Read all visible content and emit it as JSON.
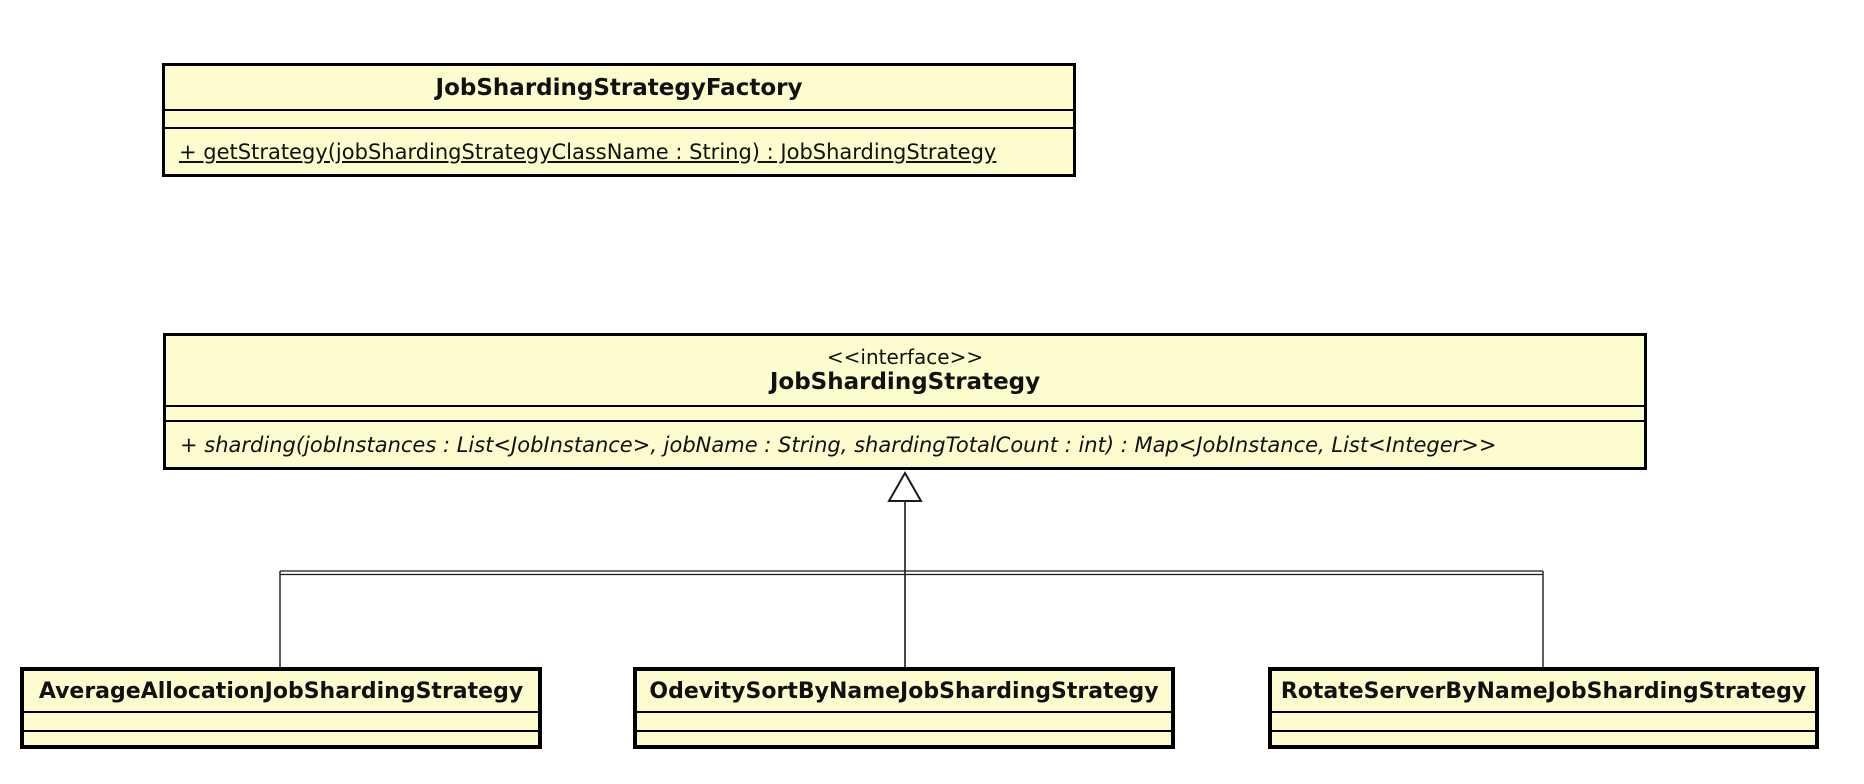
{
  "colors": {
    "box_fill": "#FCFCCE",
    "border": "#000000",
    "line": "#1a1a1a",
    "background": "#FFFFFF"
  },
  "diagram_type": "uml-class-diagram",
  "factory": {
    "name": "JobShardingStrategyFactory",
    "attributes": "",
    "method": "+ getStrategy(jobShardingStrategyClassName : String) : JobShardingStrategy",
    "method_modifier": "static-underlined"
  },
  "interface": {
    "stereotype": "<<interface>>",
    "name": "JobShardingStrategy",
    "attributes": "",
    "method": "+ sharding(jobInstances : List<JobInstance>, jobName : String, shardingTotalCount : int) : Map<JobInstance, List<Integer>>",
    "method_modifier": "abstract-italic"
  },
  "implementations": [
    {
      "name": "AverageAllocationJobShardingStrategy",
      "attributes": "",
      "methods": ""
    },
    {
      "name": "OdevitySortByNameJobShardingStrategy",
      "attributes": "",
      "methods": ""
    },
    {
      "name": "RotateServerByNameJobShardingStrategy",
      "attributes": "",
      "methods": ""
    }
  ],
  "relationship": {
    "type": "realization",
    "from": [
      "AverageAllocationJobShardingStrategy",
      "OdevitySortByNameJobShardingStrategy",
      "RotateServerByNameJobShardingStrategy"
    ],
    "to": "JobShardingStrategy"
  }
}
